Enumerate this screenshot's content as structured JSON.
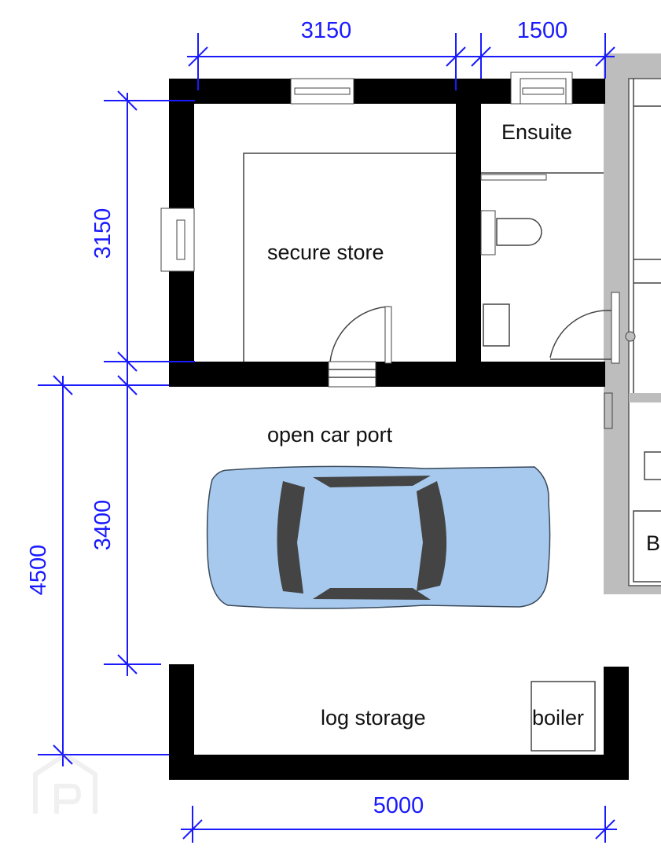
{
  "plan": {
    "rooms": {
      "ensuite": "Ensuite",
      "secure_store": "secure store",
      "car_port": "open car port",
      "log_storage": "log storage",
      "boiler": "boiler",
      "partial_right_label": "B"
    },
    "dimensions": {
      "top_left": "3150",
      "top_right": "1500",
      "left_upper": "3150",
      "left_middle": "3400",
      "left_outer": "4500",
      "bottom": "5000"
    }
  },
  "colors": {
    "dimension": "#1a1aff",
    "car": "#a7c9ee",
    "adjacent_wall": "#bdbdbd"
  }
}
